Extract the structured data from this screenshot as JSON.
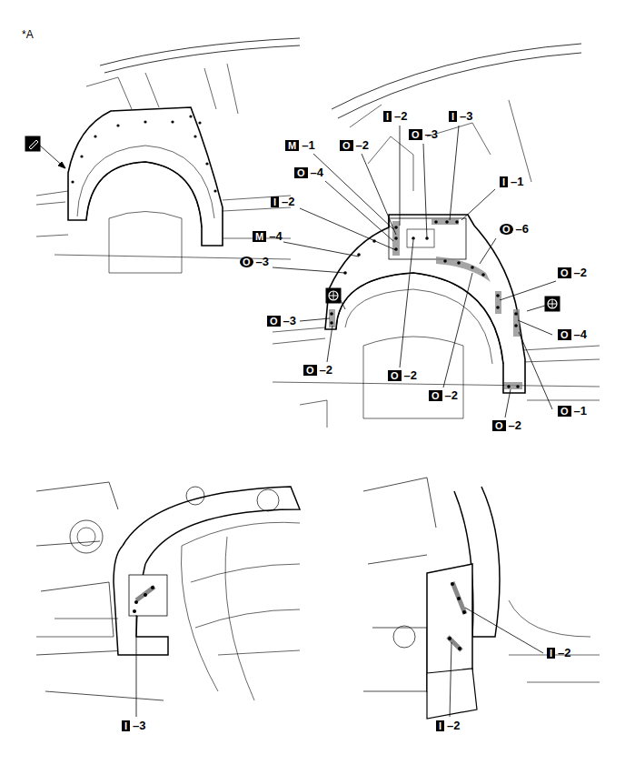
{
  "diagram": {
    "labels": [
      "*A",
      "I–2",
      "I–3",
      "M–1",
      "O–2",
      "O–3",
      "I–1",
      "O–4",
      "I–2",
      "O–6",
      "M–4",
      "O–3",
      "O–2",
      "O–3",
      "O–4",
      "O–2",
      "O–2",
      "O–2",
      "O–1",
      "O–2",
      "I–3",
      "I–2",
      "I–2"
    ]
  }
}
